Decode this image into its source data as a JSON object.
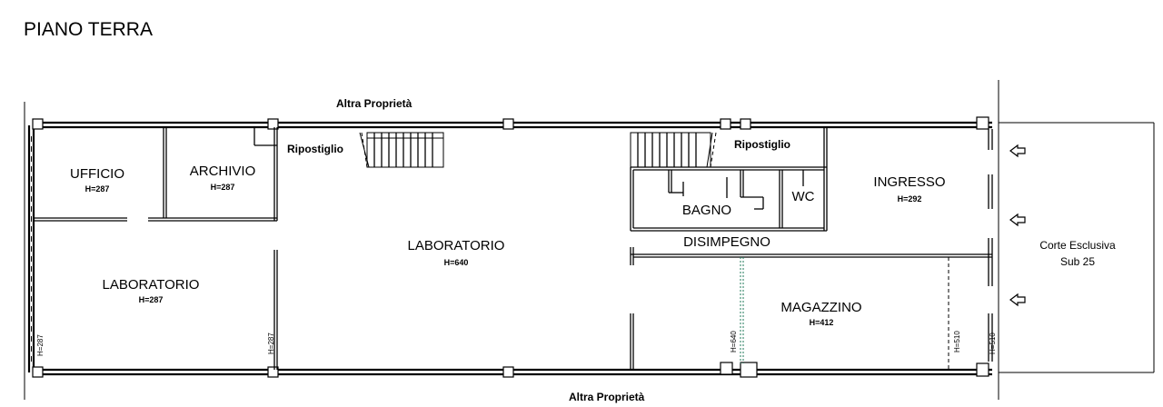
{
  "title": "PIANO TERRA",
  "neighbors": {
    "top": "Altra Proprietà",
    "bottom": "Altra Proprietà"
  },
  "court": {
    "line1": "Corte Esclusiva",
    "line2": "Sub 25"
  },
  "rooms": {
    "ufficio": {
      "name": "UFFICIO",
      "height": "H=287"
    },
    "archivio": {
      "name": "ARCHIVIO",
      "height": "H=287"
    },
    "ripostiglio_1": {
      "name": "Ripostiglio"
    },
    "ripostiglio_2": {
      "name": "Ripostiglio"
    },
    "laboratorio_1": {
      "name": "LABORATORIO",
      "height": "H=287"
    },
    "laboratorio_2": {
      "name": "LABORATORIO",
      "height": "H=640"
    },
    "bagno": {
      "name": "BAGNO"
    },
    "wc": {
      "name": "WC"
    },
    "disimpegno": {
      "name": "DISIMPEGNO"
    },
    "ingresso": {
      "name": "INGRESSO",
      "height": "H=292"
    },
    "magazzino": {
      "name": "MAGAZZINO",
      "height": "H=412"
    }
  },
  "section_heights": {
    "left_edge": "H=287",
    "lab_divider": "H=287",
    "mid": "H=640",
    "right_a": "H=510",
    "right_b": "H=510"
  },
  "colors": {
    "line": "#000000",
    "section_line": "#1f7a5a",
    "background": "#ffffff"
  }
}
